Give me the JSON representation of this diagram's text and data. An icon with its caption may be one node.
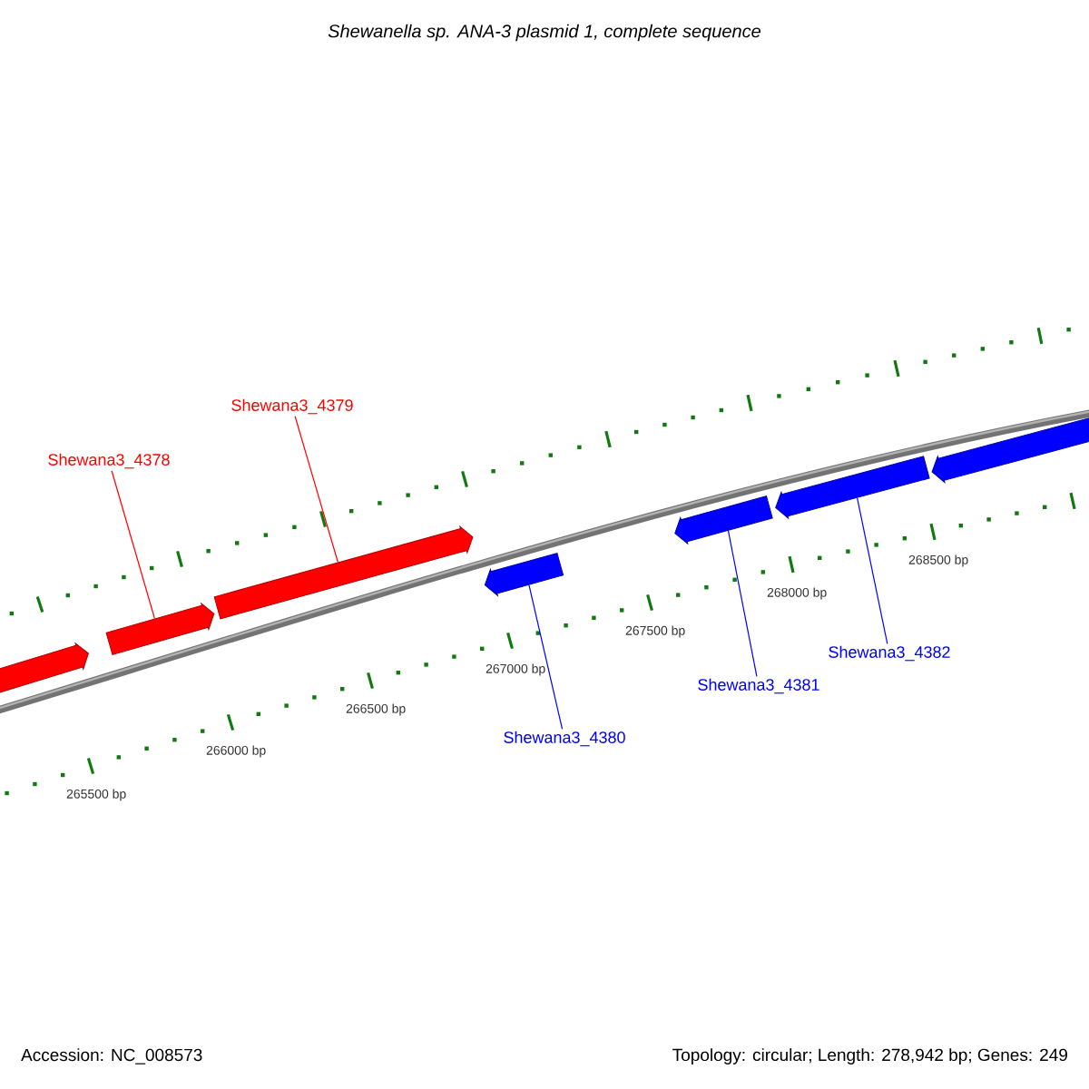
{
  "diagram": {
    "title": "Shewanella sp. ANA-3 plasmid 1, complete sequence",
    "nodes": [
      {
        "text": [],
        "shape": "arrow"
      },
      {
        "text": [],
        "shape": "arrow"
      },
      {
        "text": [],
        "shape": "arrow"
      },
      {
        "text": [],
        "shape": "arrow"
      },
      {
        "text": [],
        "shape": "arrow"
      },
      {
        "text": [],
        "shape": "arrow"
      },
      {
        "text": [],
        "shape": "arrow"
      },
      {
        "text": [
          "Shewana3_4378"
        ]
      },
      {
        "text": [
          "Shewana3_4379"
        ]
      },
      {
        "text": [
          "Shewana3_4380"
        ]
      },
      {
        "text": [
          "Shewana3_4381"
        ]
      },
      {
        "text": [
          "Shewana3_4382"
        ]
      }
    ],
    "edges": [
      {
        "from": 7,
        "to": 1,
        "arrow": "none",
        "color": "#ff0000"
      },
      {
        "from": 8,
        "to": 2,
        "arrow": "none",
        "color": "#ff0000"
      },
      {
        "from": 9,
        "to": 3,
        "arrow": "none"
      },
      {
        "from": 10,
        "to": 4,
        "arrow": "none"
      },
      {
        "from": 11,
        "to": 5,
        "arrow": "none"
      }
    ],
    "labels": [
      "265500 bp",
      "266000 bp",
      "266500 bp",
      "267000 bp",
      "267500 bp",
      "268000 bp",
      "268500 bp",
      "Accession: NC_008573",
      "Topology: circular; Length: 278,942 bp; Genes: 249"
    ]
  }
}
